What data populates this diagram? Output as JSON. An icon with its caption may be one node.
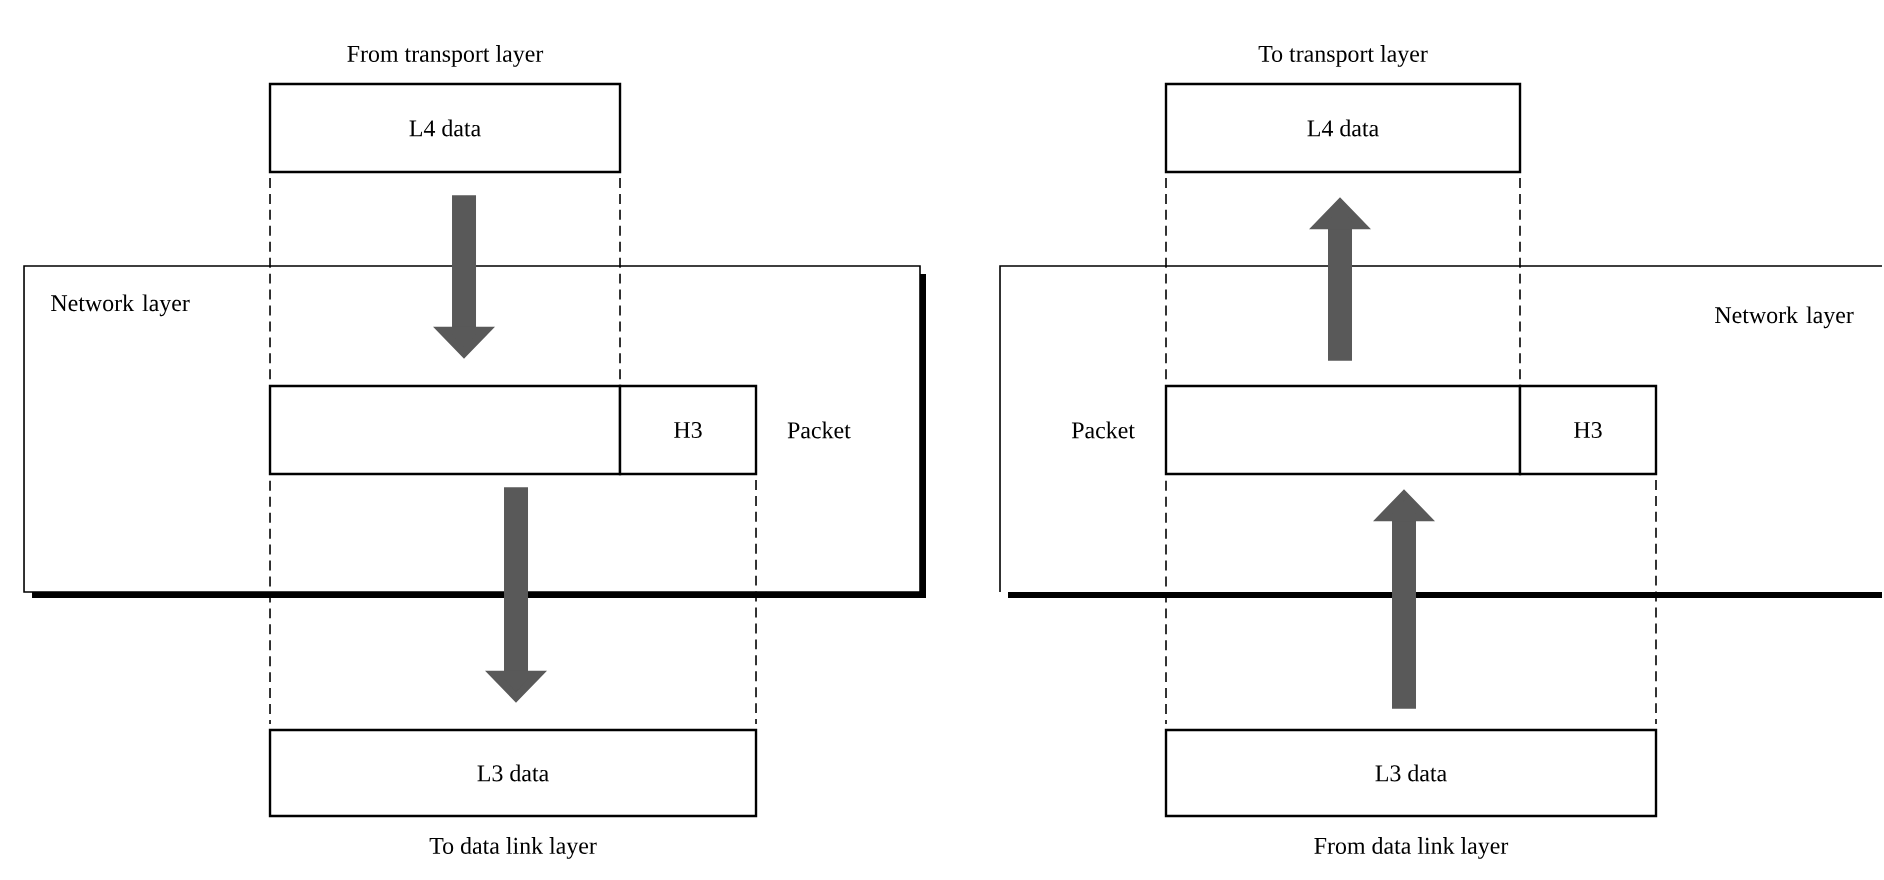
{
  "diagram": {
    "nodes": [
      {
        "text": [
          "Network layer"
        ]
      },
      {
        "text": [
          "From transport layer",
          "L4 data"
        ]
      },
      {
        "text": [],
        "shape": "box",
        "in": 0
      },
      {
        "text": [
          "H3"
        ],
        "beside": [
          "Packet"
        ],
        "in": 0
      },
      {
        "text": [
          "L3 data",
          "To data link layer"
        ]
      },
      {
        "text": [
          "Network layer"
        ]
      },
      {
        "text": [
          "To transport layer",
          "L4 data"
        ]
      },
      {
        "text": [],
        "shape": "box",
        "in": 5,
        "beside": [
          "Packet"
        ]
      },
      {
        "text": [
          "H3"
        ],
        "in": 5
      },
      {
        "text": [
          "L3 data",
          "From data link layer"
        ]
      }
    ],
    "edges": [
      {
        "from": 1,
        "to": 2,
        "arrow": "to"
      },
      {
        "from": 2,
        "to": 4,
        "arrow": "to"
      },
      {
        "from": 9,
        "to": 7,
        "arrow": "to"
      },
      {
        "from": 7,
        "to": 6,
        "arrow": "to"
      }
    ]
  }
}
